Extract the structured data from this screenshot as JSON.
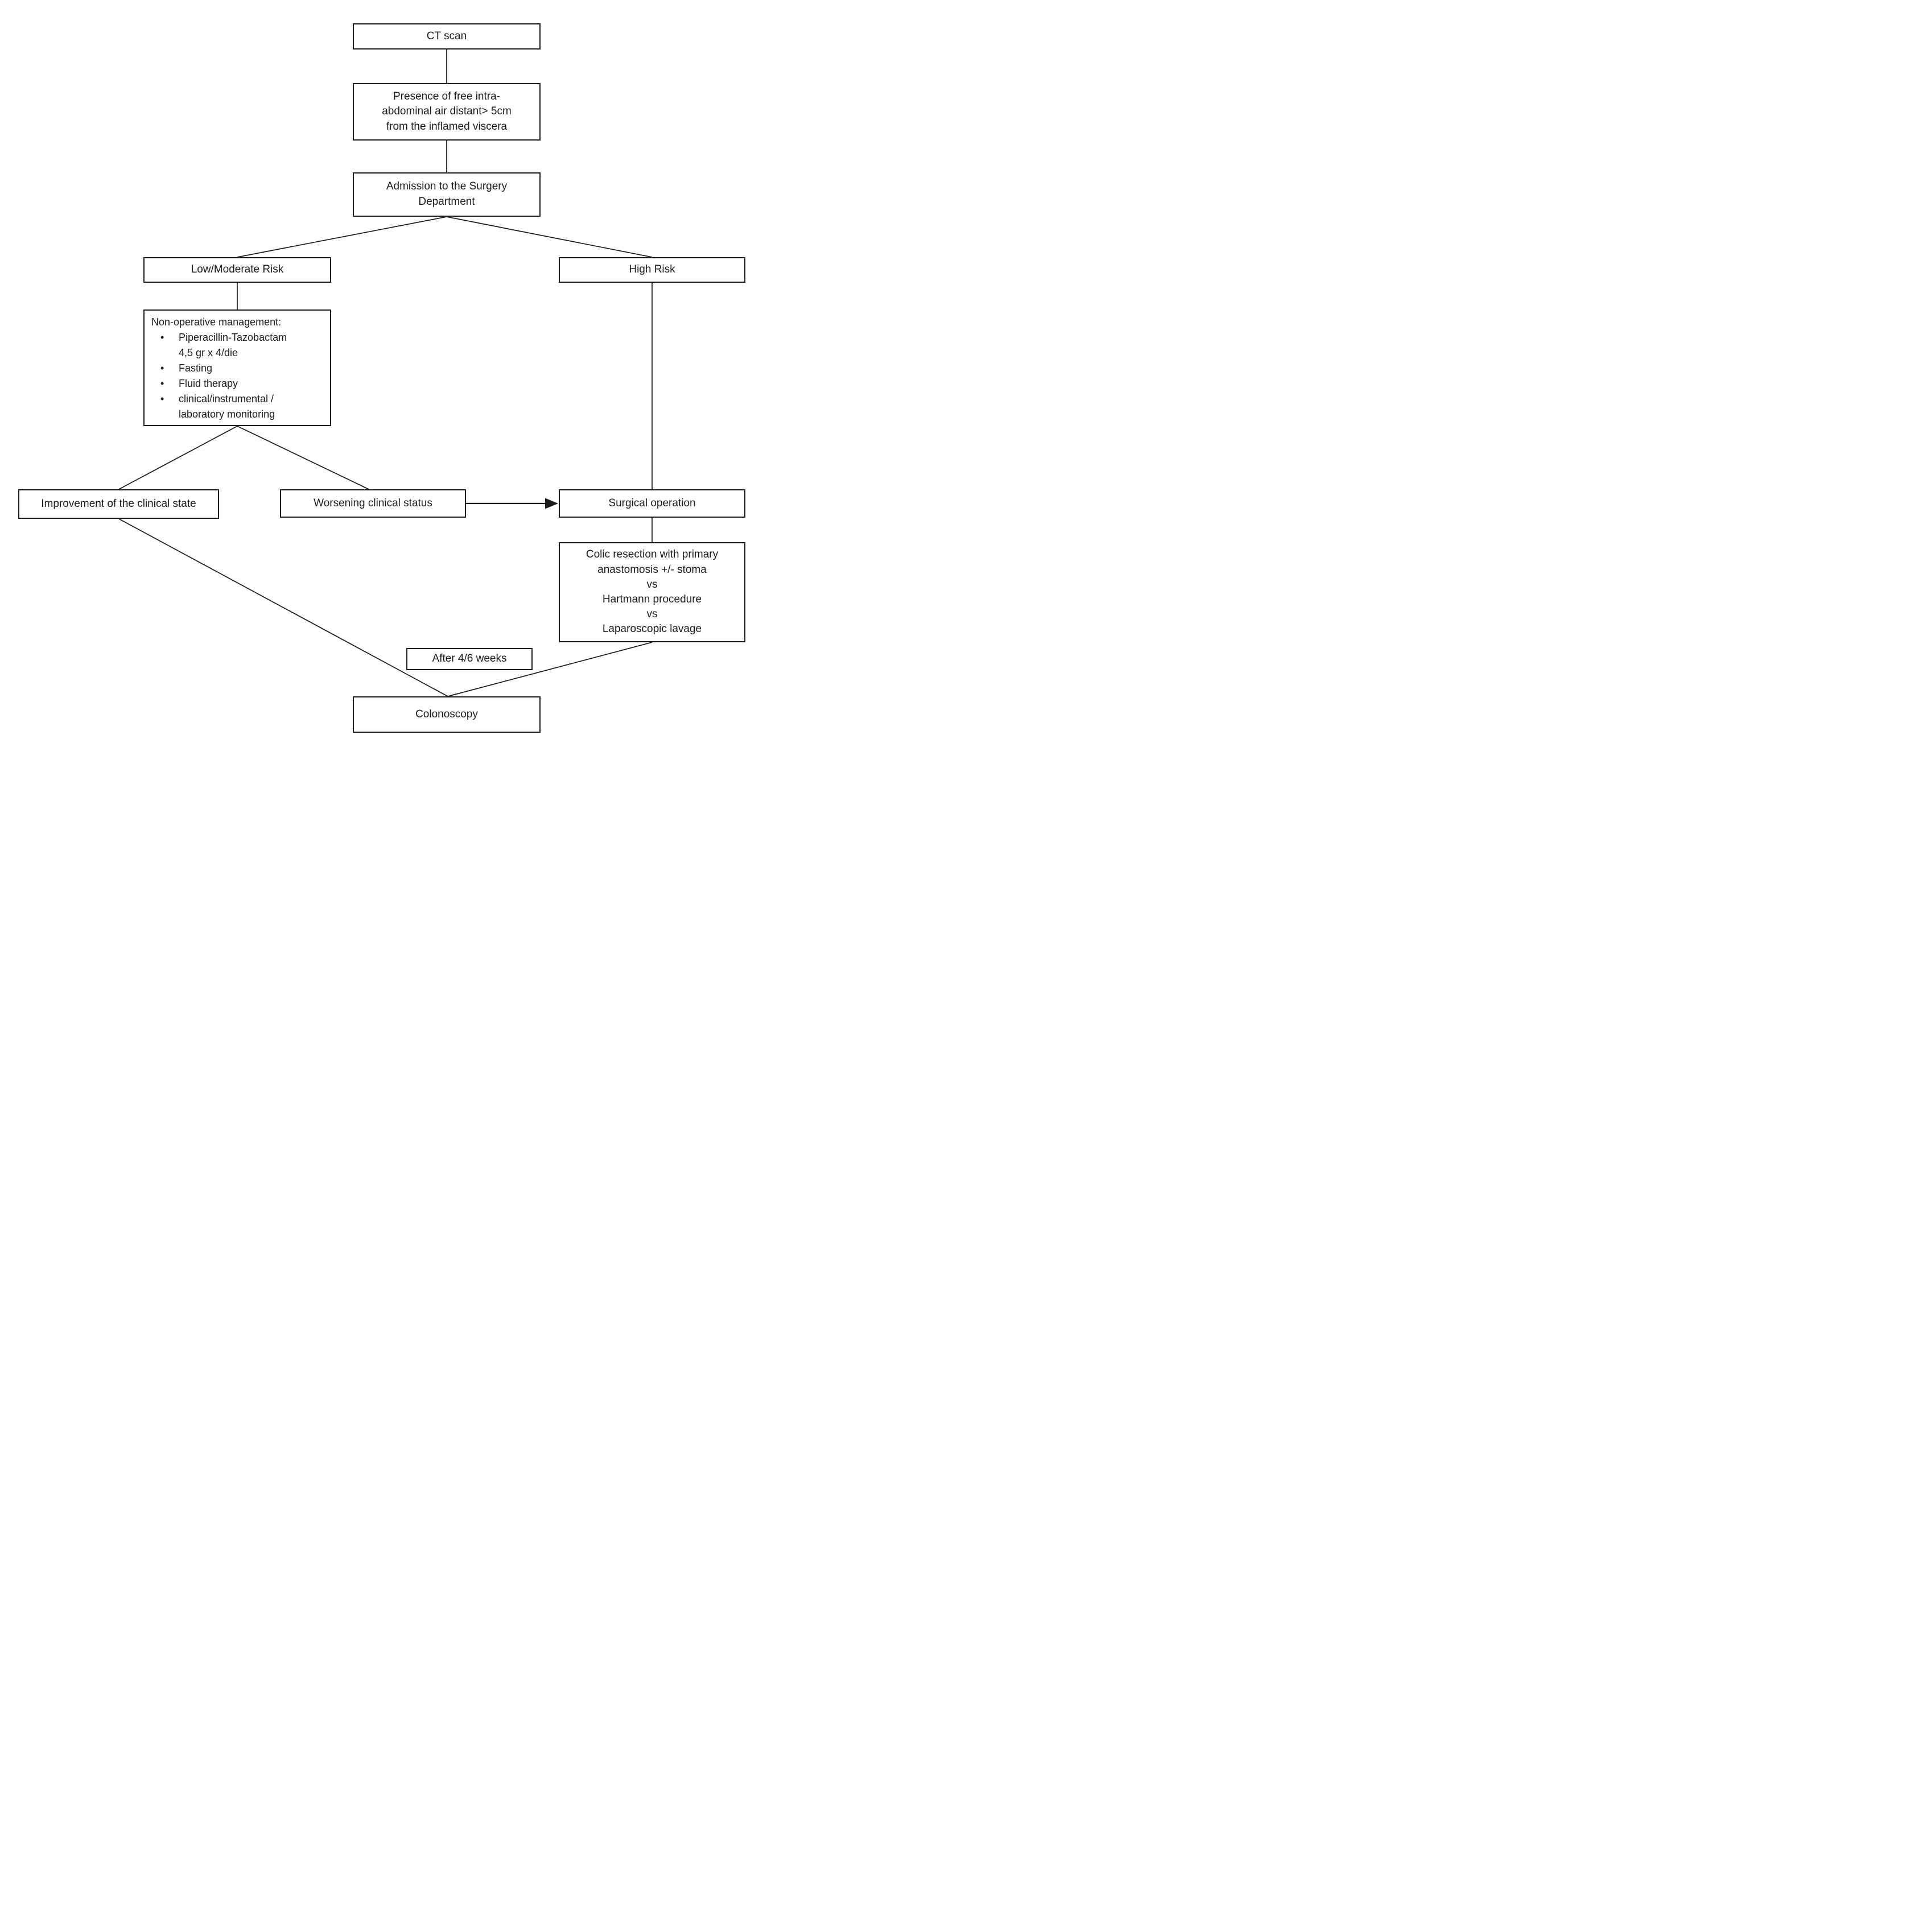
{
  "flowchart": {
    "background_color": "#ffffff",
    "line_color": "#1b1b1b",
    "text_color": "#1b1b1b",
    "boxes": {
      "ct_scan": {
        "label": "CT scan"
      },
      "free_air": {
        "lines": [
          "Presence of free intra-",
          "abdominal air distant> 5cm",
          "from the inflamed viscera"
        ]
      },
      "admission": {
        "lines": [
          "Admission to the Surgery",
          "Department"
        ]
      },
      "low_moderate_risk": {
        "label": "Low/Moderate Risk"
      },
      "high_risk": {
        "label": "High Risk"
      },
      "non_operative": {
        "title": "Non-operative management:",
        "items": [
          "Piperacillin-Tazobactam 4,5 gr x 4/die",
          "Fasting",
          "Fluid therapy",
          "clinical/instrumental / laboratory monitoring"
        ]
      },
      "improvement": {
        "label": "Improvement of the clinical state"
      },
      "worsening": {
        "label": "Worsening clinical status"
      },
      "surgical_operation": {
        "label": "Surgical operation"
      },
      "colic_resection": {
        "lines": [
          "Colic resection with primary",
          "anastomosis +/- stoma",
          "vs",
          "Hartmann procedure",
          "vs",
          "Laparoscopic lavage"
        ]
      },
      "after_weeks": {
        "label": "After 4/6 weeks"
      },
      "colonoscopy": {
        "label": "Colonoscopy"
      }
    }
  }
}
